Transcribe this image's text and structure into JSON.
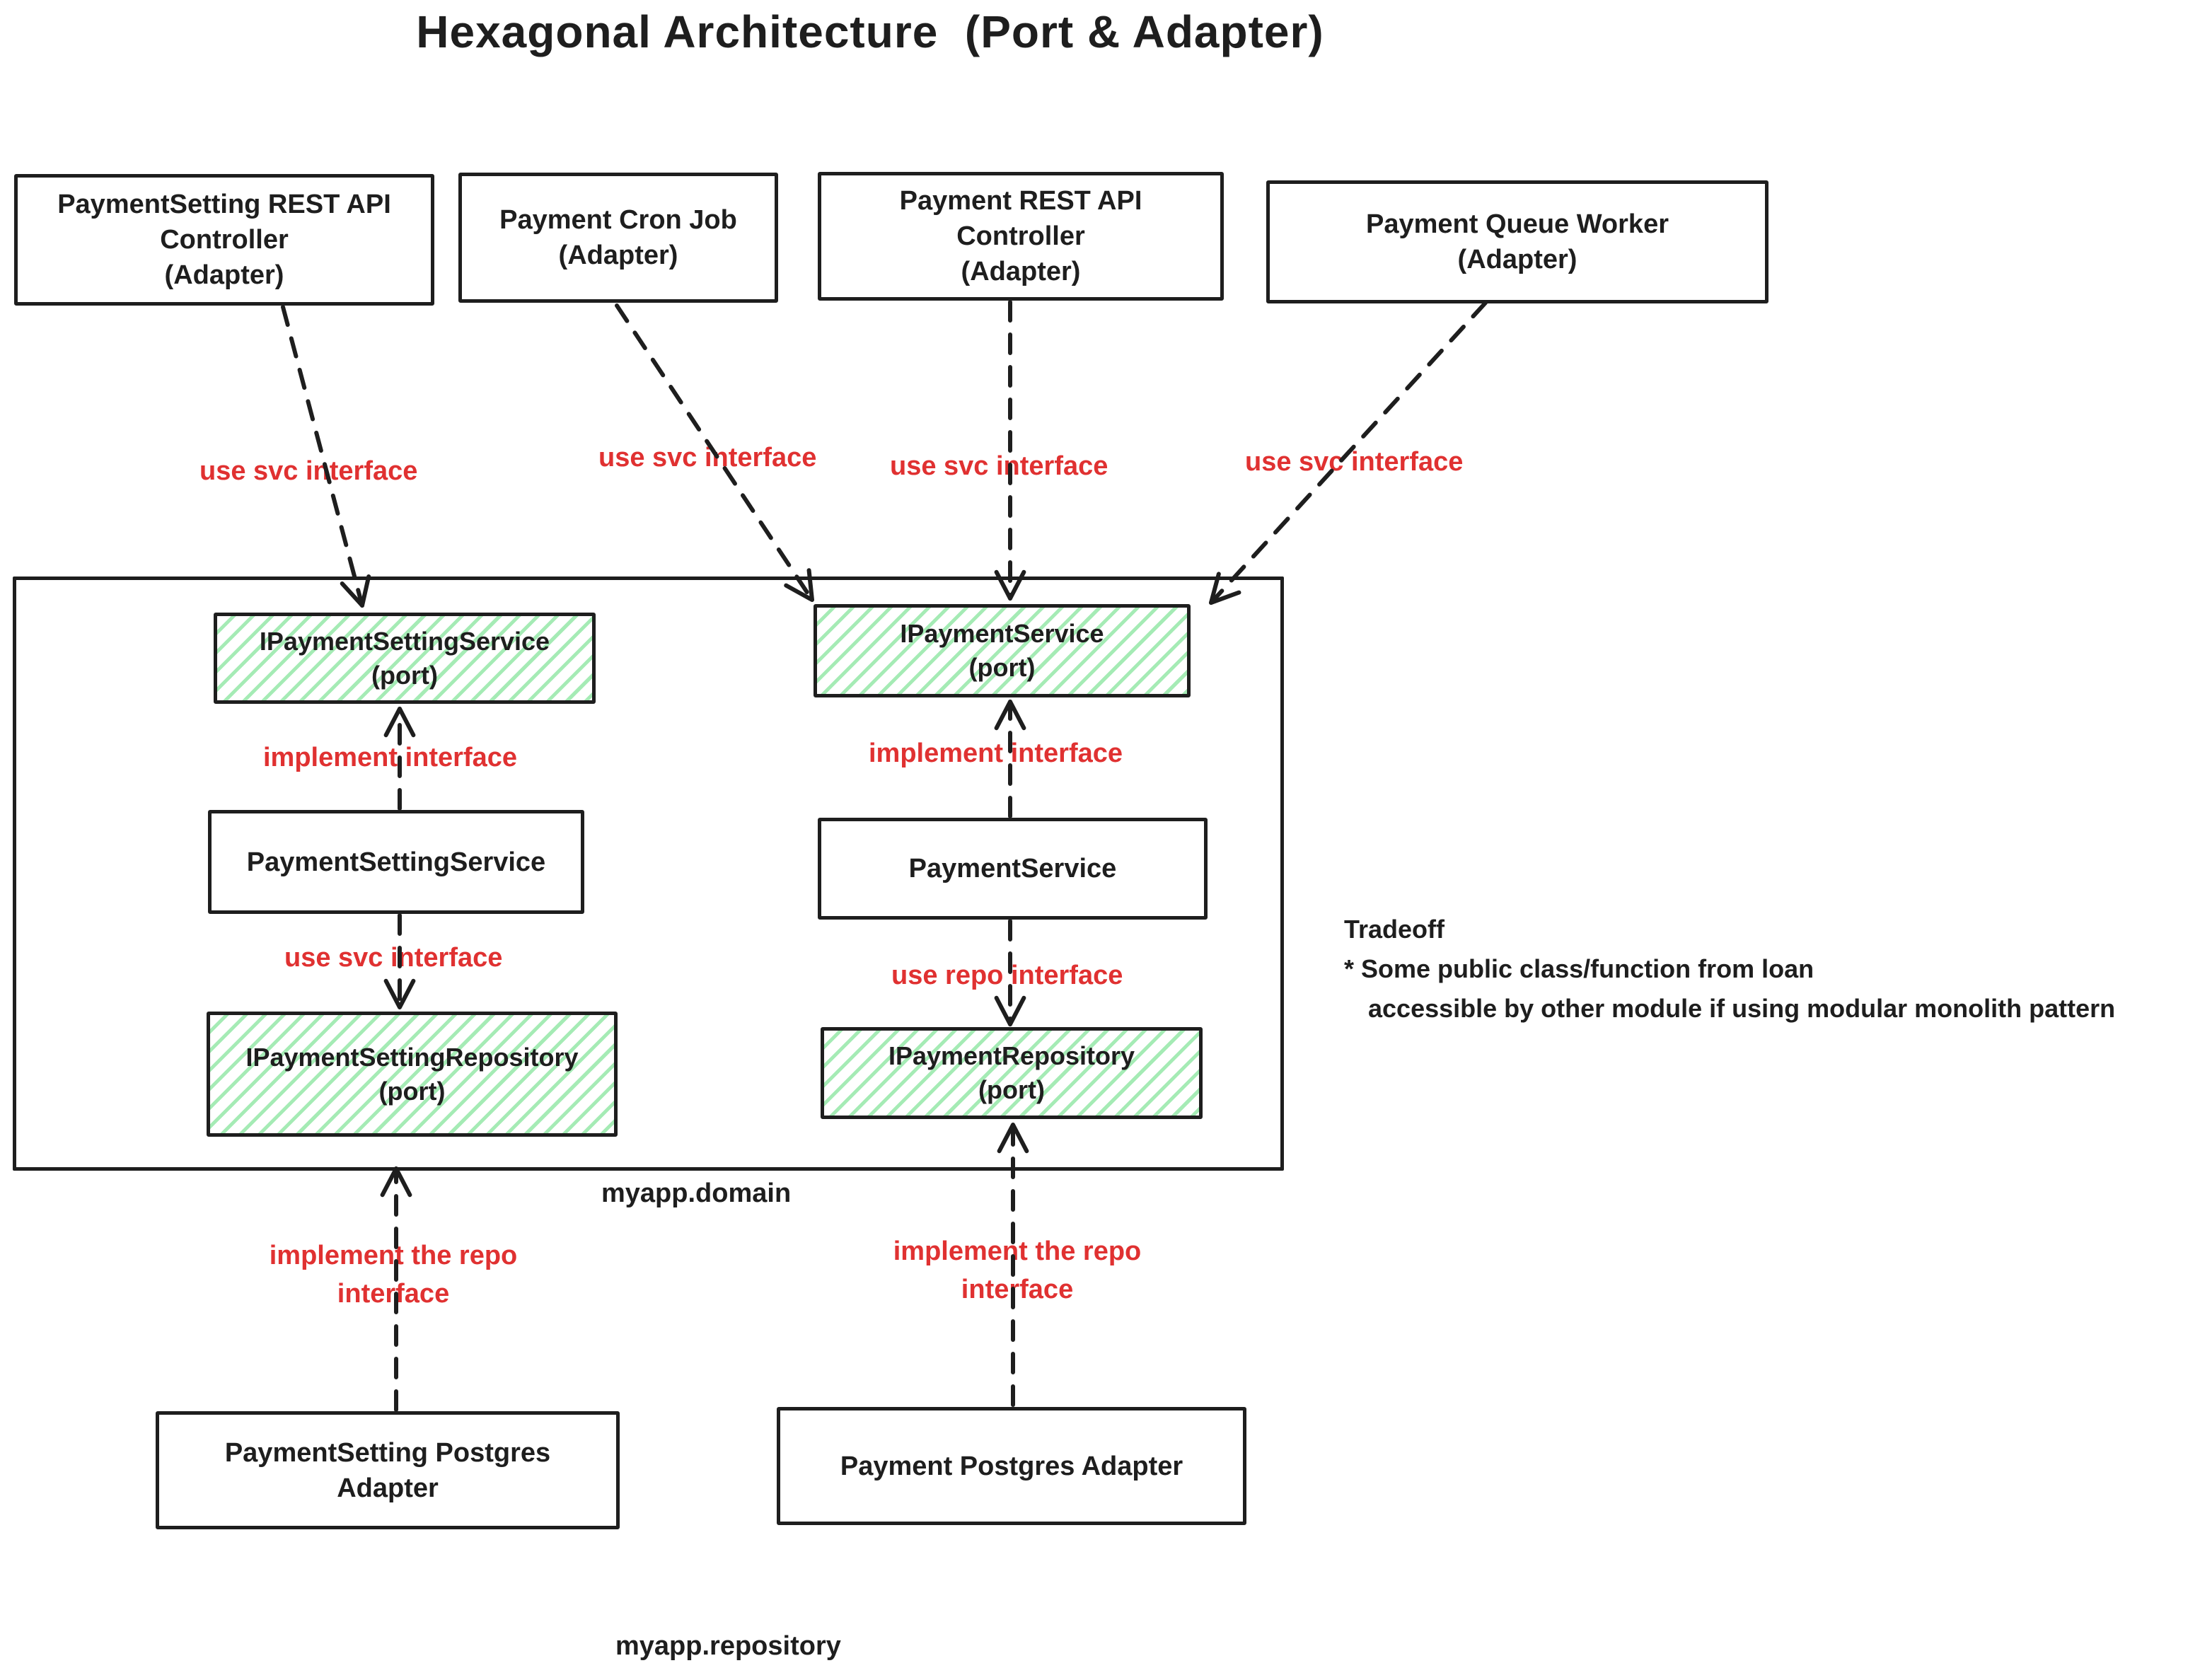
{
  "title": "Hexagonal Architecture  (Port & Adapter)",
  "colors": {
    "stroke": "#1e1e1e",
    "edge_label_red": "#e03131",
    "port_hatch_green": "#a5ebb5",
    "background": "#ffffff"
  },
  "top_adapters": [
    {
      "lines": [
        "PaymentSetting REST API",
        "Controller",
        "(Adapter)"
      ]
    },
    {
      "lines": [
        "Payment Cron Job",
        "(Adapter)"
      ]
    },
    {
      "lines": [
        "Payment REST API",
        "Controller",
        "(Adapter)"
      ]
    },
    {
      "lines": [
        "Payment Queue Worker",
        "(Adapter)"
      ]
    }
  ],
  "edge_labels": {
    "use_svc_interface": "use svc interface",
    "implement_interface": "implement interface",
    "use_repo_interface": "use repo interface",
    "implement_repo_line1": "implement the repo",
    "implement_repo_line2": "interface"
  },
  "domain_module": {
    "package_label": "myapp.domain",
    "service_ports": [
      {
        "lines": [
          "IPaymentSettingService",
          "(port)"
        ]
      },
      {
        "lines": [
          "IPaymentService",
          "(port)"
        ]
      }
    ],
    "services": [
      {
        "lines": [
          "PaymentSettingService"
        ]
      },
      {
        "lines": [
          "PaymentService"
        ]
      }
    ],
    "repository_ports": [
      {
        "lines": [
          "IPaymentSettingRepository",
          "(port)"
        ]
      },
      {
        "lines": [
          "IPaymentRepository",
          "(port)"
        ]
      }
    ]
  },
  "repository_module": {
    "package_label": "myapp.repository",
    "adapters": [
      {
        "lines": [
          "PaymentSetting Postgres",
          "Adapter"
        ]
      },
      {
        "lines": [
          "Payment Postgres Adapter"
        ]
      }
    ]
  },
  "tradeoff_note": {
    "lines": [
      "Tradeoff",
      "* Some public class/function from loan",
      "accessible by other module if using modular monolith pattern"
    ]
  }
}
